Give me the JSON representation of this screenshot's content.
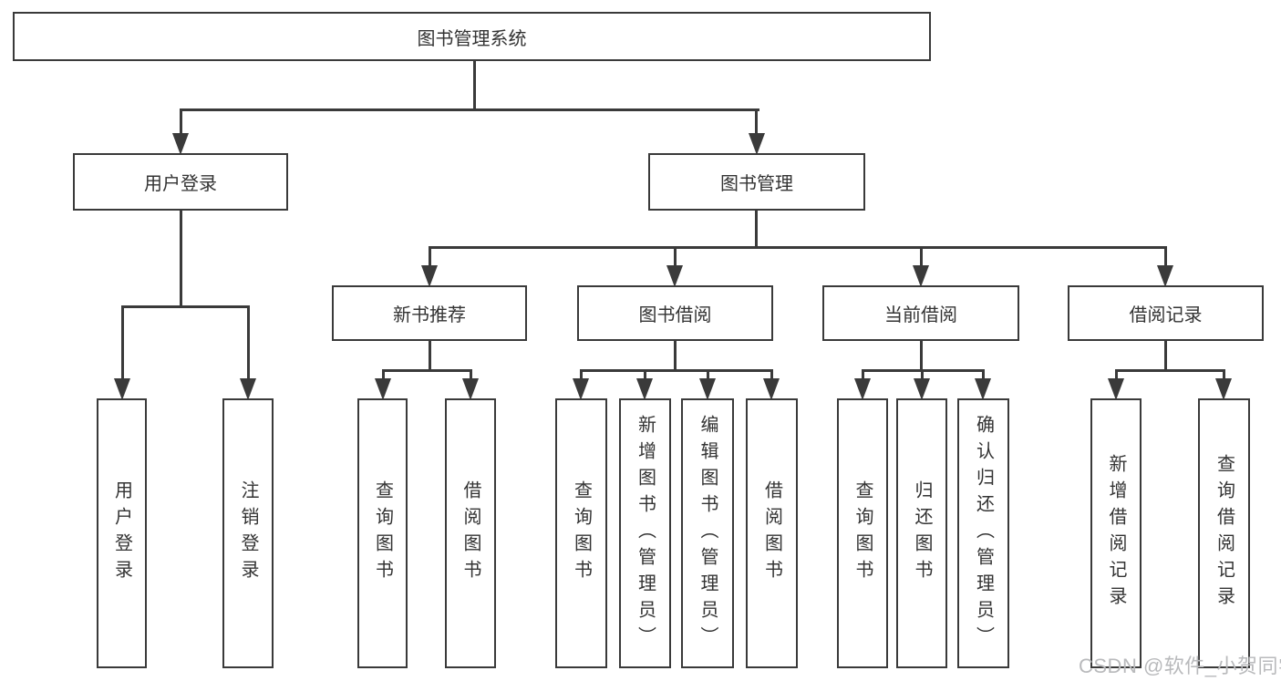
{
  "tree": {
    "root": "图书管理系统",
    "children": [
      {
        "label": "用户登录",
        "children": [
          "用户登录",
          "注销登录"
        ]
      },
      {
        "label": "图书管理",
        "children": [
          {
            "label": "新书推荐",
            "children": [
              "查询图书",
              "借阅图书"
            ]
          },
          {
            "label": "图书借阅",
            "children": [
              "查询图书",
              "新增图书（管理员）",
              "编辑图书（管理员）",
              "借阅图书"
            ]
          },
          {
            "label": "当前借阅",
            "children": [
              "查询图书",
              "归还图书",
              "确认归还（管理员）"
            ]
          },
          {
            "label": "借阅记录",
            "children": [
              "新增借阅记录",
              "查询借阅记录"
            ]
          }
        ]
      }
    ]
  },
  "watermark": {
    "text": "CSDN @软件_小贺同学"
  },
  "colors": {
    "line": "#3a3a3a",
    "text": "#333333",
    "background": "#ffffff",
    "watermark": "#b9babc"
  }
}
